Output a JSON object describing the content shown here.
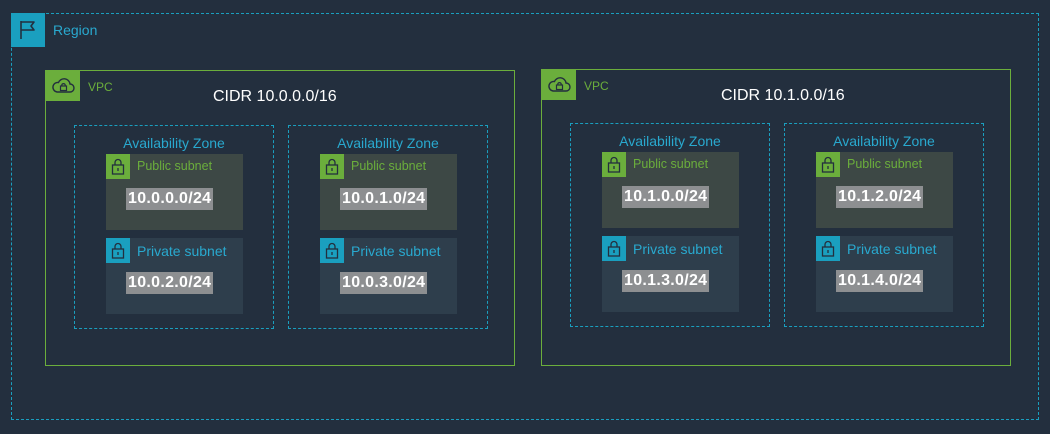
{
  "region": {
    "label": "Region",
    "icon": "flag-icon"
  },
  "vpcs": [
    {
      "label": "VPC",
      "cidr": "CIDR 10.0.0.0/16",
      "icon": "cloud-lock-icon",
      "zones": [
        {
          "label": "Availability Zone",
          "public": {
            "label": "Public subnet",
            "cidr": "10.0.0.0/24"
          },
          "private": {
            "label": "Private subnet",
            "cidr": "10.0.2.0/24"
          }
        },
        {
          "label": "Availability Zone",
          "public": {
            "label": "Public subnet",
            "cidr": "10.0.1.0/24"
          },
          "private": {
            "label": "Private subnet",
            "cidr": "10.0.3.0/24"
          }
        }
      ]
    },
    {
      "label": "VPC",
      "cidr": "CIDR 10.1.0.0/16",
      "icon": "cloud-lock-icon",
      "zones": [
        {
          "label": "Availability Zone",
          "public": {
            "label": "Public subnet",
            "cidr": "10.1.0.0/24"
          },
          "private": {
            "label": "Private subnet",
            "cidr": "10.1.3.0/24"
          }
        },
        {
          "label": "Availability Zone",
          "public": {
            "label": "Public subnet",
            "cidr": "10.1.2.0/24"
          },
          "private": {
            "label": "Private subnet",
            "cidr": "10.1.4.0/24"
          }
        }
      ]
    }
  ],
  "colors": {
    "background": "#232f3e",
    "region": "#1a9fbf",
    "vpc": "#6bae3c",
    "public_subnet": "#3d4845",
    "private_subnet": "#2e3e4c"
  }
}
